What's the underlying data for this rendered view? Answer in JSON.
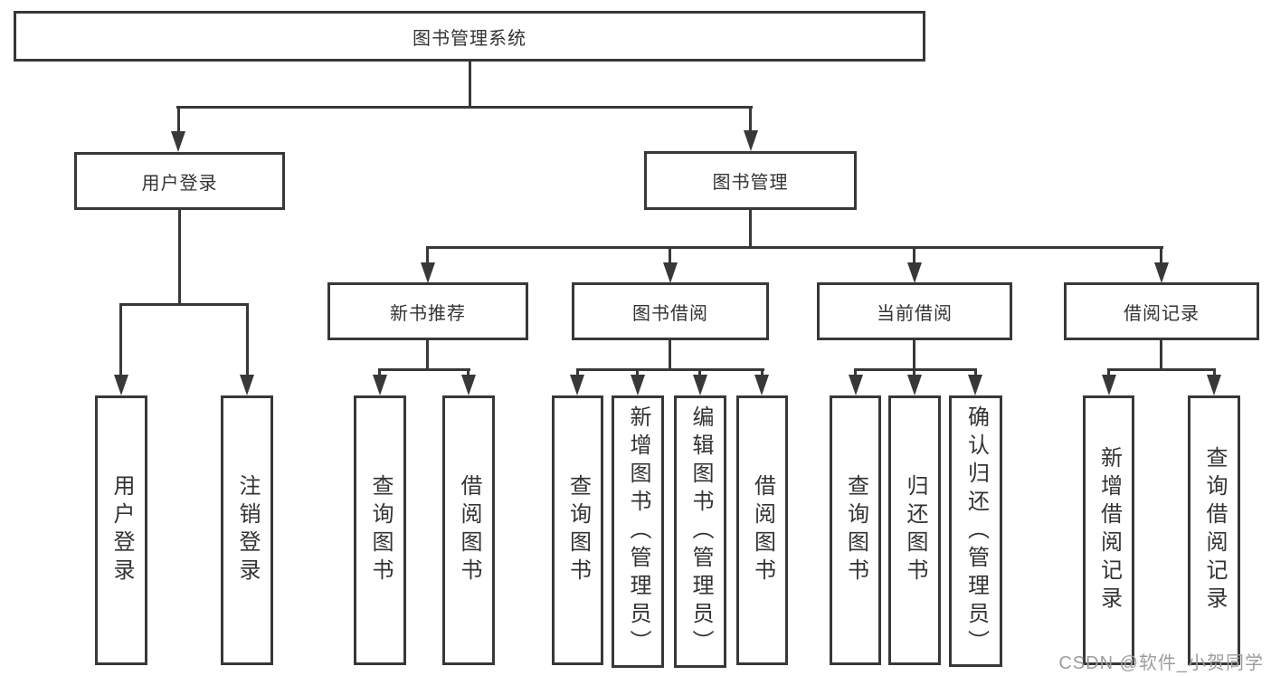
{
  "watermark": "CSDN @软件_小贺同学",
  "colors": {
    "line": "#383838",
    "text": "#333333",
    "watermark": "#9d9d9d",
    "background": "#ffffff"
  },
  "tree": {
    "label": "图书管理系统",
    "children": [
      {
        "label": "用户登录",
        "children": [
          {
            "label": "用户登录"
          },
          {
            "label": "注销登录"
          }
        ]
      },
      {
        "label": "图书管理",
        "children": [
          {
            "label": "新书推荐",
            "children": [
              {
                "label": "查询图书"
              },
              {
                "label": "借阅图书"
              }
            ]
          },
          {
            "label": "图书借阅",
            "children": [
              {
                "label": "查询图书"
              },
              {
                "label": "新增图书（管理员）"
              },
              {
                "label": "编辑图书（管理员）"
              },
              {
                "label": "借阅图书"
              }
            ]
          },
          {
            "label": "当前借阅",
            "children": [
              {
                "label": "查询图书"
              },
              {
                "label": "归还图书"
              },
              {
                "label": "确认归还（管理员）"
              }
            ]
          },
          {
            "label": "借阅记录",
            "children": [
              {
                "label": "新增借阅记录"
              },
              {
                "label": "查询借阅记录"
              }
            ]
          }
        ]
      }
    ]
  }
}
